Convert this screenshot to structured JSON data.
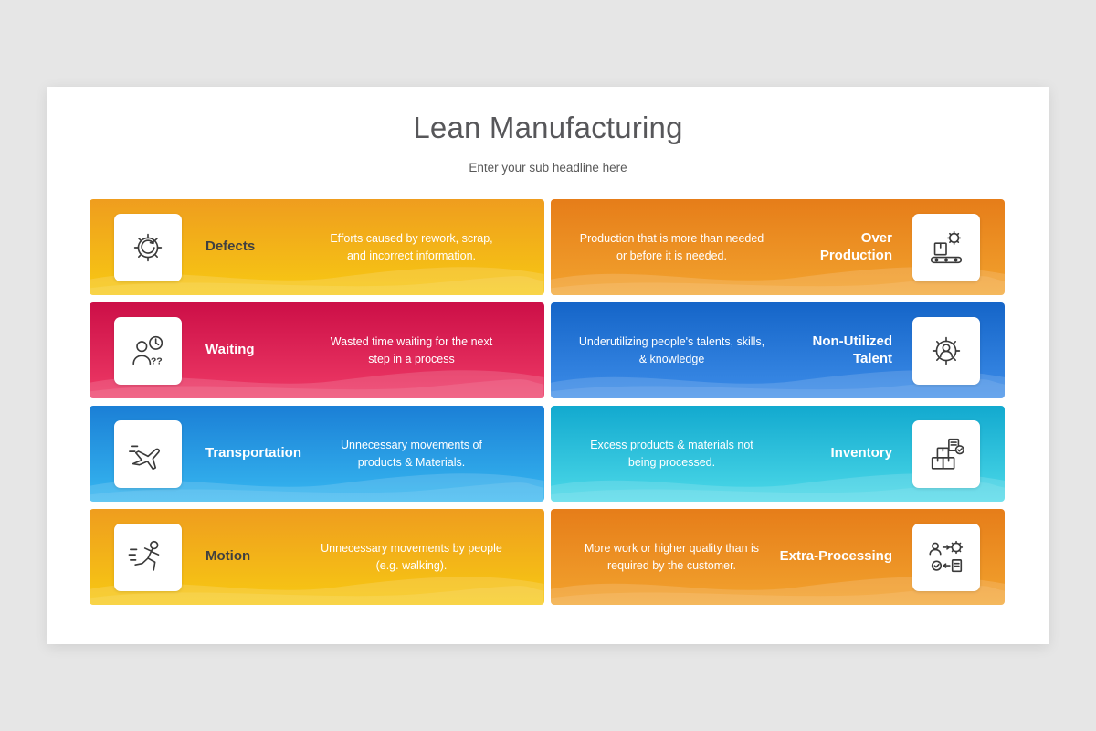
{
  "slide": {
    "title": "Lean Manufacturing",
    "subtitle": "Enter your sub headline here"
  },
  "cards": [
    {
      "name": "defects",
      "title": "Defects",
      "description": "Efforts caused by rework, scrap, and incorrect information.",
      "icon": "gear-refresh-icon",
      "side": "left",
      "colors": [
        "#ef9d1e",
        "#f7c913"
      ],
      "title_color": "#404040"
    },
    {
      "name": "over-production",
      "title": "Over Production",
      "description": "Production that is more than needed or before it is needed.",
      "icon": "gear-conveyor-icon",
      "side": "right",
      "colors": [
        "#e67d19",
        "#f2a32e"
      ],
      "title_color": "#ffffff"
    },
    {
      "name": "waiting",
      "title": "Waiting",
      "description": "Wasted time waiting for the next step in a process",
      "icon": "person-clock-icon",
      "side": "left",
      "colors": [
        "#cc0f47",
        "#ee3a66"
      ],
      "title_color": "#ffffff"
    },
    {
      "name": "non-utilized-talent",
      "title": "Non-Utilized Talent",
      "description": "Underutilizing people's talents, skills, & knowledge",
      "icon": "gear-person-icon",
      "side": "right",
      "colors": [
        "#1565c8",
        "#3c8ce8"
      ],
      "title_color": "#ffffff"
    },
    {
      "name": "transportation",
      "title": "Transportation",
      "description": "Unnecessary movements of products & Materials.",
      "icon": "airplane-icon",
      "side": "left",
      "colors": [
        "#1b7fd6",
        "#36b7f0"
      ],
      "title_color": "#ffffff"
    },
    {
      "name": "inventory",
      "title": "Inventory",
      "description": "Excess products & materials not being processed.",
      "icon": "boxes-check-icon",
      "side": "right",
      "colors": [
        "#12a9cf",
        "#4cd9e8"
      ],
      "title_color": "#ffffff"
    },
    {
      "name": "motion",
      "title": "Motion",
      "description": "Unnecessary movements by people (e.g. walking).",
      "icon": "running-person-icon",
      "side": "left",
      "colors": [
        "#ef9d1e",
        "#f7c913"
      ],
      "title_color": "#404040"
    },
    {
      "name": "extra-processing",
      "title": "Extra-Processing",
      "description": "More work or higher quality than is required by the customer.",
      "icon": "person-gear-transfer-icon",
      "side": "right",
      "colors": [
        "#e67d19",
        "#f2a32e"
      ],
      "title_color": "#ffffff"
    }
  ]
}
